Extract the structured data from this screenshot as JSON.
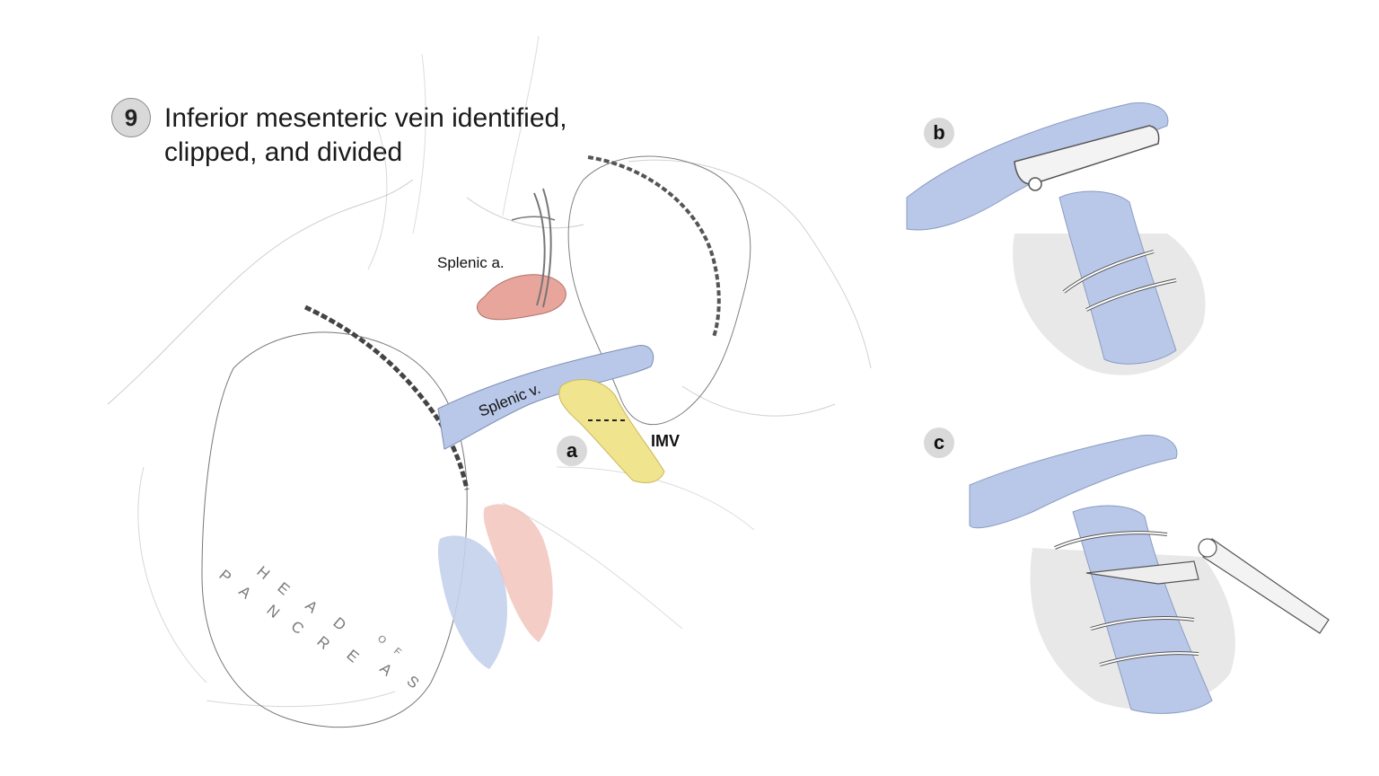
{
  "step": {
    "number": "9",
    "title_line1": "Inferior mesenteric vein identified,",
    "title_line2": "clipped, and divided"
  },
  "panels": [
    {
      "id": "a",
      "label": "a"
    },
    {
      "id": "b",
      "label": "b"
    },
    {
      "id": "c",
      "label": "c"
    }
  ],
  "labels": {
    "splenic_artery": "Splenic a.",
    "splenic_vein": "Splenic v.",
    "imv": "IMV",
    "head_of_pancreas": [
      "H",
      "E",
      "A",
      "D"
    ],
    "of": [
      "O",
      "F"
    ],
    "pancreas": [
      "P",
      "A",
      "N",
      "C",
      "R",
      "E",
      "A",
      "S"
    ]
  },
  "colors": {
    "vein_blue": "#b9c8e8",
    "artery_red": "#e8a59c",
    "imv_yellow": "#f1e48e",
    "line_gray": "#8a8a8a"
  }
}
